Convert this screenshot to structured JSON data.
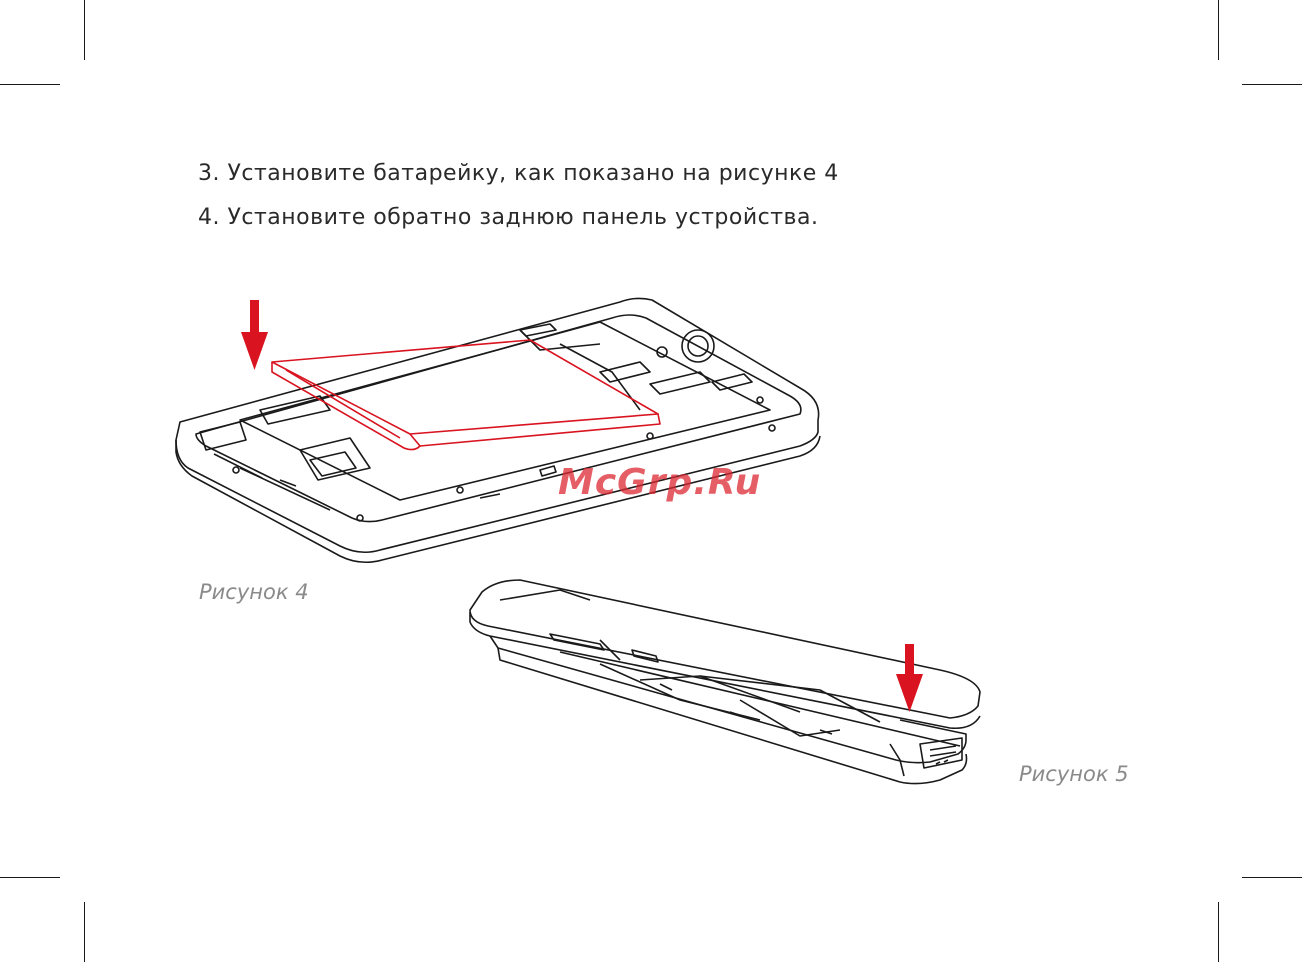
{
  "steps": [
    "3. Установите батарейку, как показано на рисунке 4",
    "4. Установите обратно заднюю панель устройства."
  ],
  "figures": {
    "fig4_caption": "Рисунок 4",
    "fig5_caption": "Рисунок 5"
  },
  "watermark": "McGrp.Ru",
  "colors": {
    "accent": "#d9131f",
    "line": "#1a1a1a",
    "caption": "#8a8a8a"
  }
}
